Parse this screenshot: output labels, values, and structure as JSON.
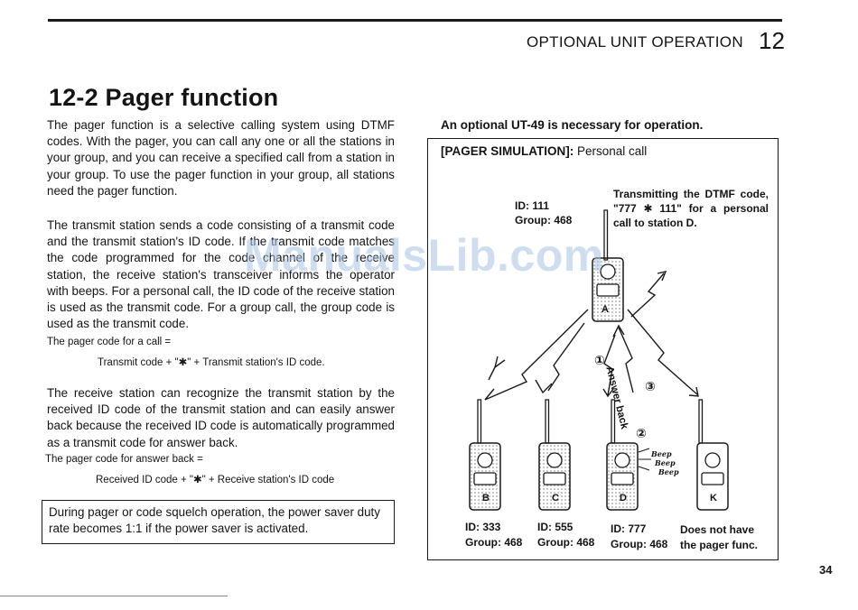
{
  "header": {
    "title": "OPTIONAL UNIT OPERATION",
    "chapter": "12"
  },
  "section": {
    "title": "12-2 Pager function"
  },
  "paragraphs": {
    "intro": "The pager function is a selective calling system using DTMF codes. With the pager, you can call any one or all the stations in your group, and you can receive a specified call from a station in your group. To use the pager function in your group, all stations need the pager function.",
    "transmit": "The transmit station sends a code consisting of a transmit code and the transmit station's ID code. If the transmit code matches the code programmed for the code channel of the receive station, the receive station's transceiver informs the operator with beeps. For a personal call, the ID code of the receive station is used as the transmit code. For a group call, the group code is used as the transmit code.",
    "receive": "The receive station can recognize the transmit station by the received ID code of the transmit station and can easily answer back because the received ID code is automatically programmed as a transmit code for answer back."
  },
  "formulas": {
    "call_label": "The pager code for a call =",
    "call_formula": "Transmit code + \"✱\" + Transmit station's ID code.",
    "answer_label": "The pager code for answer back =",
    "answer_formula": "Received ID code + \"✱\" + Receive station's ID code"
  },
  "note": "During pager or code squelch operation, the power saver duty rate becomes 1:1 if the power saver is activated.",
  "requirement": "An optional UT-49 is necessary for operation.",
  "simulation": {
    "title": "[PAGER SIMULATION]:",
    "subtitle": "Personal call",
    "transmitting_line1": "Transmitting the DTMF code,",
    "transmitting_line2": "\"777 ✱ 111\" for a personal",
    "transmitting_line3": "call to station D.",
    "station_a": {
      "id": "ID: 111",
      "group": "Group: 468",
      "label": "A"
    },
    "station_b": {
      "id": "ID: 333",
      "group": "Group: 468",
      "label": "B"
    },
    "station_c": {
      "id": "ID: 555",
      "group": "Group: 468",
      "label": "C"
    },
    "station_d": {
      "id": "ID: 777",
      "group": "Group: 468",
      "label": "D"
    },
    "station_k": {
      "note1": "Does not have",
      "note2": "the pager func.",
      "label": "K"
    },
    "step1": "①",
    "step2": "②",
    "step3": "③",
    "answer_back": "Answer back",
    "beep": "Beep"
  },
  "page_number": "34",
  "watermark": "ManualsLib.com"
}
